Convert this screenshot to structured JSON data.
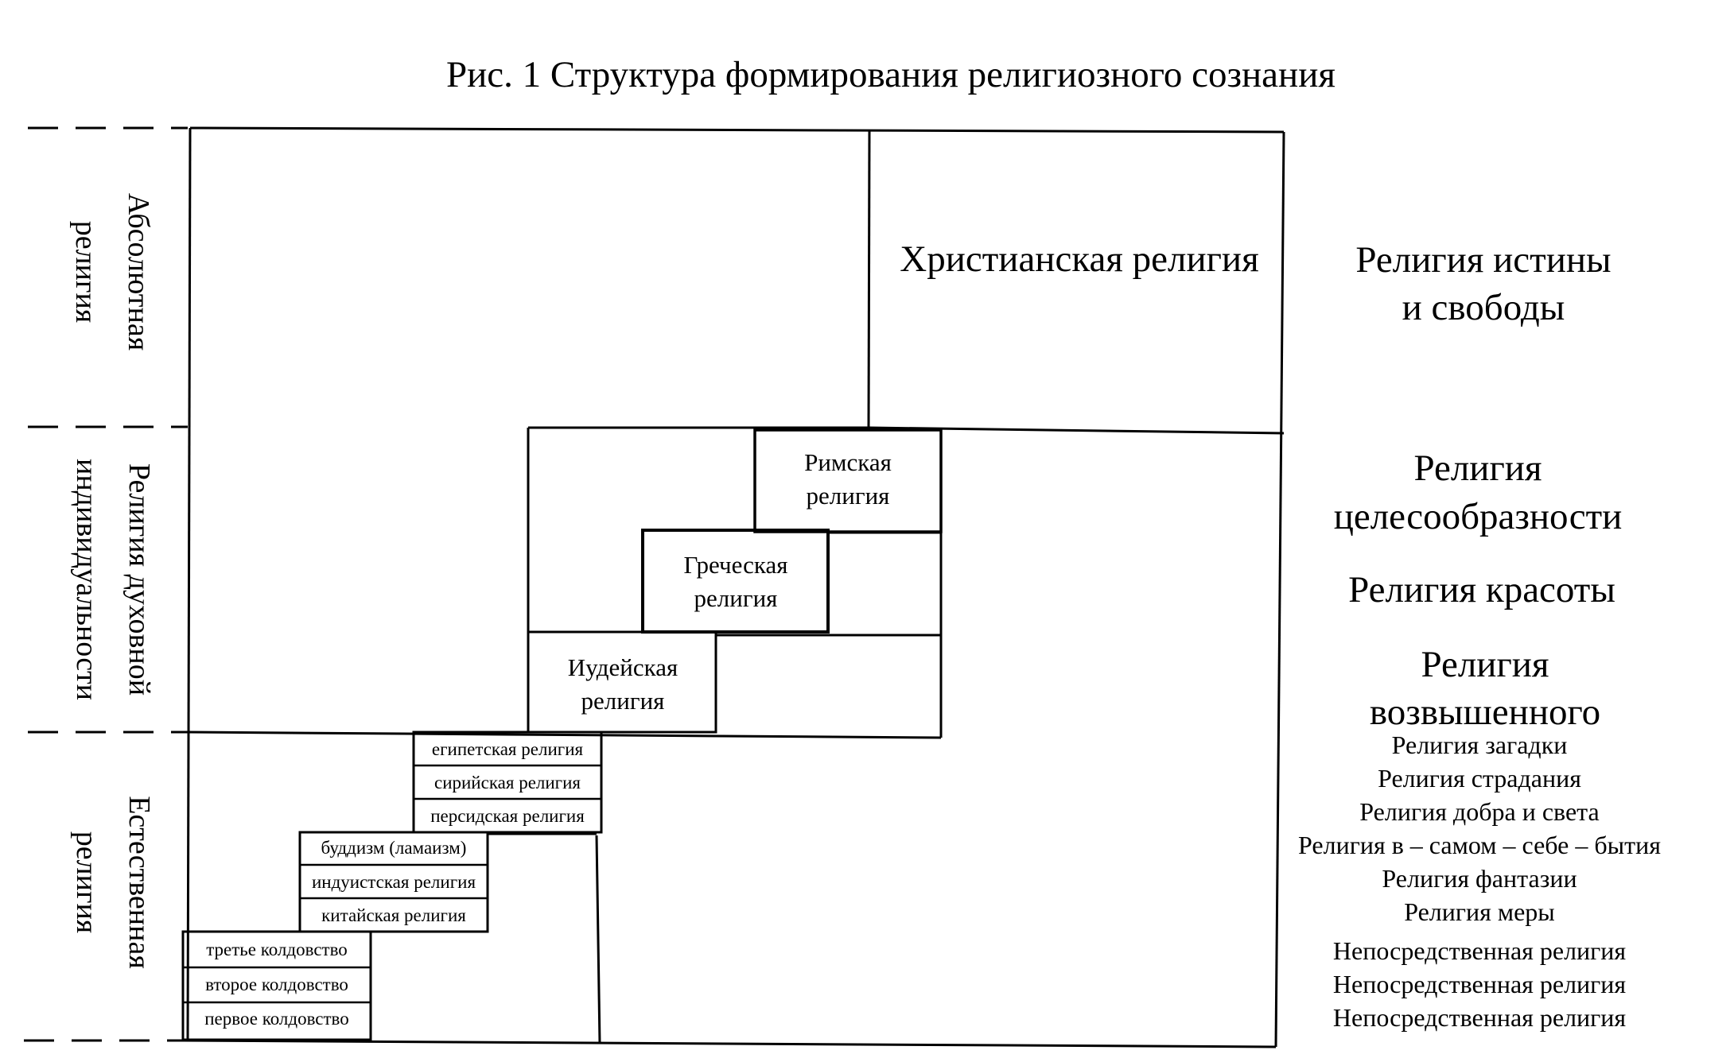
{
  "title": "Рис. 1 Структура формирования религиозного сознания",
  "left_labels": {
    "absolute": [
      "Абсолютная",
      "религия"
    ],
    "spiritual": [
      "Религия духовной",
      "индивидуальности"
    ],
    "natural": [
      "Естественная",
      "религия"
    ]
  },
  "boxes": {
    "christian": "Христианская религия",
    "roman": [
      "Римская",
      "религия"
    ],
    "greek": [
      "Греческая",
      "религия"
    ],
    "jewish": [
      "Иудейская",
      "религия"
    ],
    "egyptian": "египетская религия",
    "syrian": "сирийская религия",
    "persian": "персидская религия",
    "buddhism": "буддизм (ламаизм)",
    "hindu": "индуистская религия",
    "chinese": "китайская религия",
    "sorcery_third": "третье  колдовство",
    "sorcery_second": "второе  колдовство",
    "sorcery_first": "первое  колдовство"
  },
  "right_labels": {
    "truth": [
      "Религия истины",
      "и свободы"
    ],
    "purpose": [
      "Религия",
      "целесообразности"
    ],
    "beauty": "Религия красоты",
    "sublime": [
      "Религия",
      "возвышенного"
    ],
    "small": [
      "Религия загадки",
      "Религия страдания",
      "Религия добра и света",
      "Религия в – самом – себе – бытия",
      "Религия  фантазии",
      "Религия меры",
      "Непосредственная религия",
      "Непосредственная религия",
      "Непосредственная религия"
    ]
  }
}
